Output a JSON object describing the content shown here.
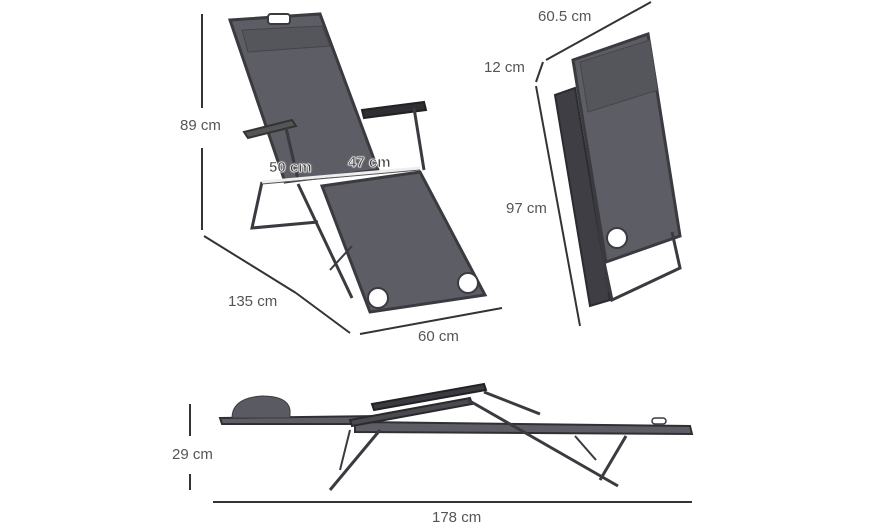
{
  "figure": {
    "title": "Folding reclining sun lounger dimensions",
    "colors": {
      "fabric": "#5f5f66",
      "frame": "#3c3c42",
      "dimension_line": "#333333",
      "label": "#555555"
    }
  },
  "views": {
    "open_chair": {
      "height": "89 cm",
      "depth": "135 cm",
      "width": "60 cm",
      "seat_depth": "50 cm",
      "seat_width": "47 cm"
    },
    "folded_chair": {
      "width": "60.5 cm",
      "thickness": "12 cm",
      "length": "97 cm"
    },
    "flat_side": {
      "height": "29 cm",
      "length": "178 cm"
    }
  }
}
